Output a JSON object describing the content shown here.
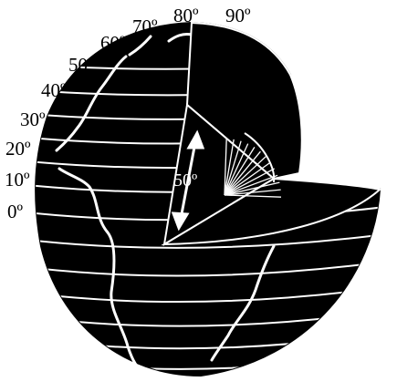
{
  "figure": {
    "latitude_labels": [
      "0º",
      "10º",
      "20º",
      "30º",
      "40º",
      "50º",
      "60º",
      "70º",
      "80º",
      "90º"
    ],
    "angle_label": "50º",
    "colors": {
      "sphere": "#000000",
      "lines": "#ffffff",
      "background": "#ffffff"
    }
  }
}
